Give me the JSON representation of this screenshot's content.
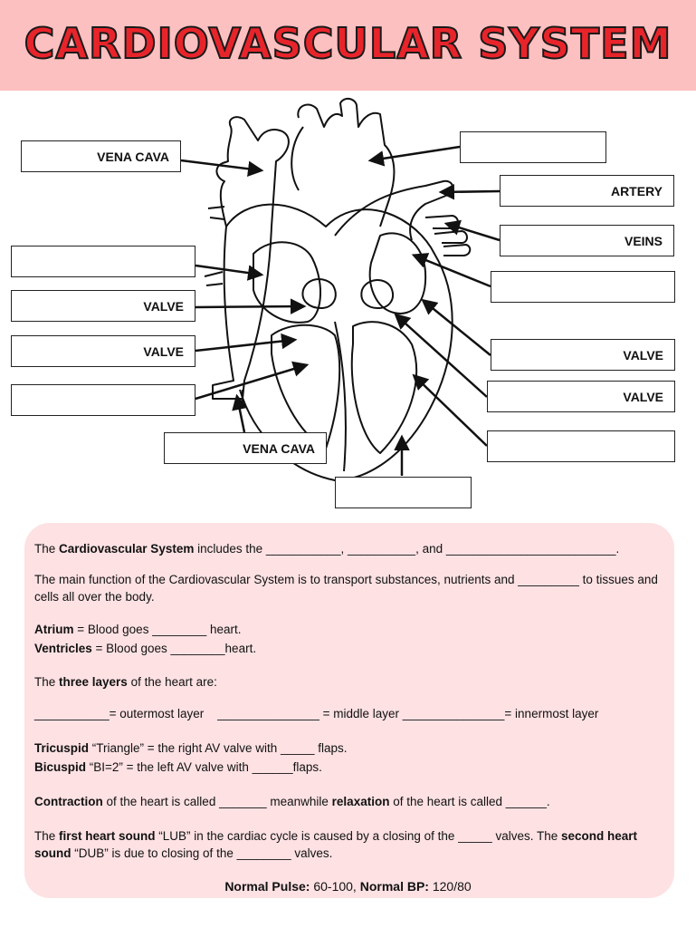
{
  "title": "CARDIOVASCULAR SYSTEM",
  "labels": {
    "l1": "VENA CAVA",
    "l2": "",
    "l3": "VALVE",
    "l4": "VALVE",
    "l5": "",
    "l6": "VENA CAVA",
    "l7": "",
    "r1": "",
    "r2": "ARTERY",
    "r3": "VEINS",
    "r4": "",
    "r5": "VALVE",
    "r6": "VALVE",
    "r7": ""
  },
  "questions": {
    "q1_strong": "Cardiovascular System",
    "q1_pre": "The ",
    "q1_post": " includes the ___________, __________, and _________________________.",
    "q2": "The main function of the Cardiovascular System is to transport substances, nutrients and _________ to tissues and cells all over the body.",
    "q3_strong": "Atrium",
    "q3_post": " = Blood goes ________ heart.",
    "q4_strong": "Ventricles",
    "q4_post": " = Blood goes ________heart.",
    "q5_pre": "The ",
    "q5_strong": "three layers",
    "q5_post": " of the heart are:",
    "q6": "___________= outermost layer    _______________ = middle layer _______________= innermost layer",
    "q7_strong": "Tricuspid",
    "q7_post": " “Triangle” = the right AV valve with _____ flaps.",
    "q8_strong": "Bicuspid",
    "q8_post": " “BI=2” = the left AV valve with ______flaps.",
    "q9_strong1": "Contraction",
    "q9_mid": " of the heart is called _______ meanwhile ",
    "q9_strong2": "relaxation",
    "q9_post": " of the heart is called ______.",
    "q10_pre": "The ",
    "q10_strong1": "first heart sound",
    "q10_mid": " “LUB” in the cardiac cycle is caused by a closing of the _____ valves. The ",
    "q10_strong2": "second heart sound",
    "q10_post": " “DUB” is due to closing of the ________ valves."
  },
  "footer": {
    "pulse_label": "Normal Pulse:",
    "pulse_value": " 60-100, ",
    "bp_label": "Normal BP:",
    "bp_value": " 120/80"
  },
  "colors": {
    "header_bg": "#fdc0c0",
    "title_red": "#e8242b",
    "panel_bg": "#fde1e3"
  }
}
